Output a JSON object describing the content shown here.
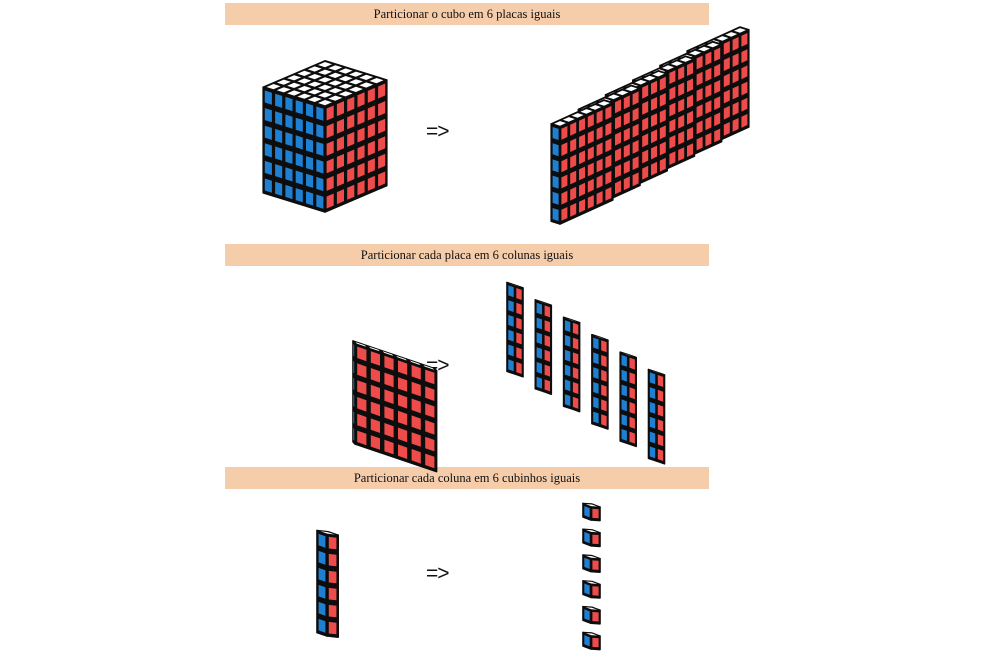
{
  "steps": [
    {
      "title": "Particionar o cubo em 6 placas iguais",
      "arrow": "=>"
    },
    {
      "title": "Particionar cada placa em 6 colunas iguais",
      "arrow": "=>"
    },
    {
      "title": "Particionar cada coluna em 6 cubinhos iguais",
      "arrow": "=>"
    }
  ],
  "colors": {
    "band": "#f6cdaa",
    "top_face": "#ffffff",
    "left_face": "#1f7fd0",
    "right_face": "#ee4c4a",
    "frame": "#0d0d0d"
  },
  "icons": [
    "cube-6x6x6",
    "slab-1x6x6",
    "column-1x1x6",
    "cubelet-1x1x1"
  ]
}
